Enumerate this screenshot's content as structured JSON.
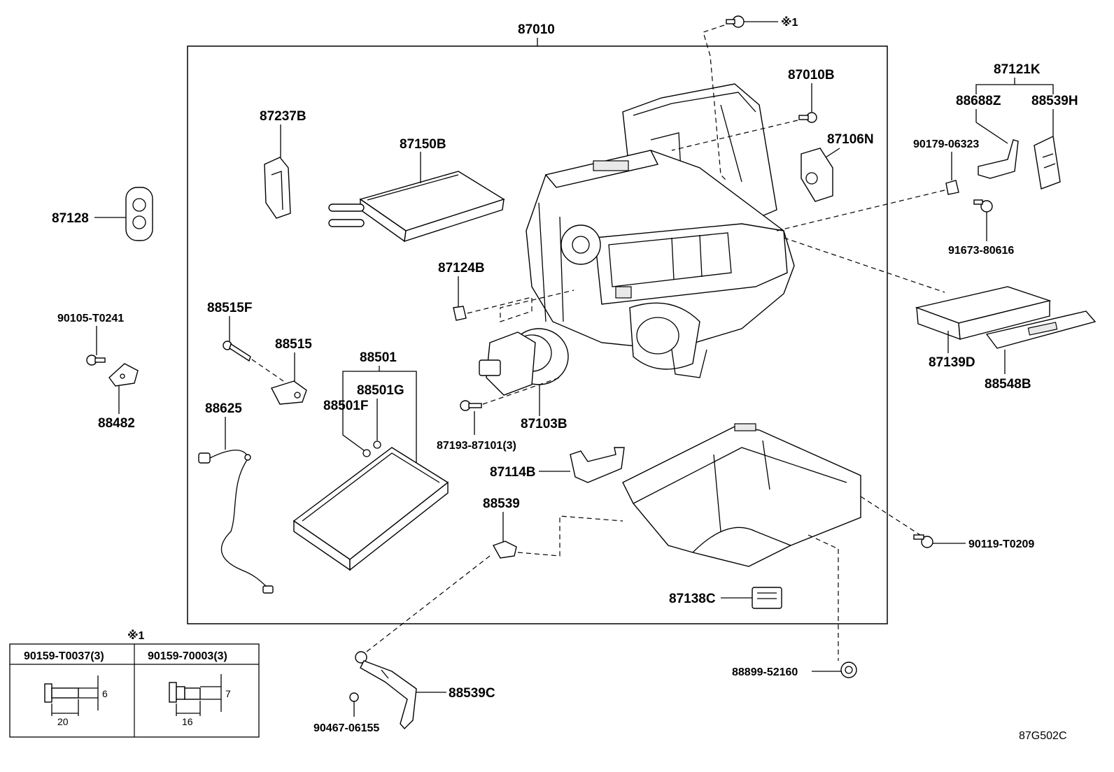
{
  "diagram": {
    "assembly_label": "87010",
    "figure_code": "87G502C",
    "asterisk_note": "※1",
    "parts": {
      "p87010B": "87010B",
      "p87237B": "87237B",
      "p87150B": "87150B",
      "p87106N": "87106N",
      "p87128": "87128",
      "p87121K": "87121K",
      "p88688Z": "88688Z",
      "p88539H": "88539H",
      "p90179": "90179-06323",
      "p91673": "91673-80616",
      "p87124B": "87124B",
      "p90105": "90105-T0241",
      "p88482": "88482",
      "p88515F": "88515F",
      "p88515": "88515",
      "p88501": "88501",
      "p88501G": "88501G",
      "p88501F": "88501F",
      "p88625": "88625",
      "p87103B": "87103B",
      "p87193": "87193-87101(3)",
      "p87139D": "87139D",
      "p88548B": "88548B",
      "p87114B": "87114B",
      "p88539": "88539",
      "p90119": "90119-T0209",
      "p87138C": "87138C",
      "p88899": "88899-52160",
      "p88539C": "88539C",
      "p90467": "90467-06155"
    },
    "fastener_table": {
      "title": "※1",
      "columns": [
        {
          "header": "90159-T0037(3)",
          "length": "20",
          "diameter": "6"
        },
        {
          "header": "90159-70003(3)",
          "length": "16",
          "diameter": "7"
        }
      ]
    }
  }
}
